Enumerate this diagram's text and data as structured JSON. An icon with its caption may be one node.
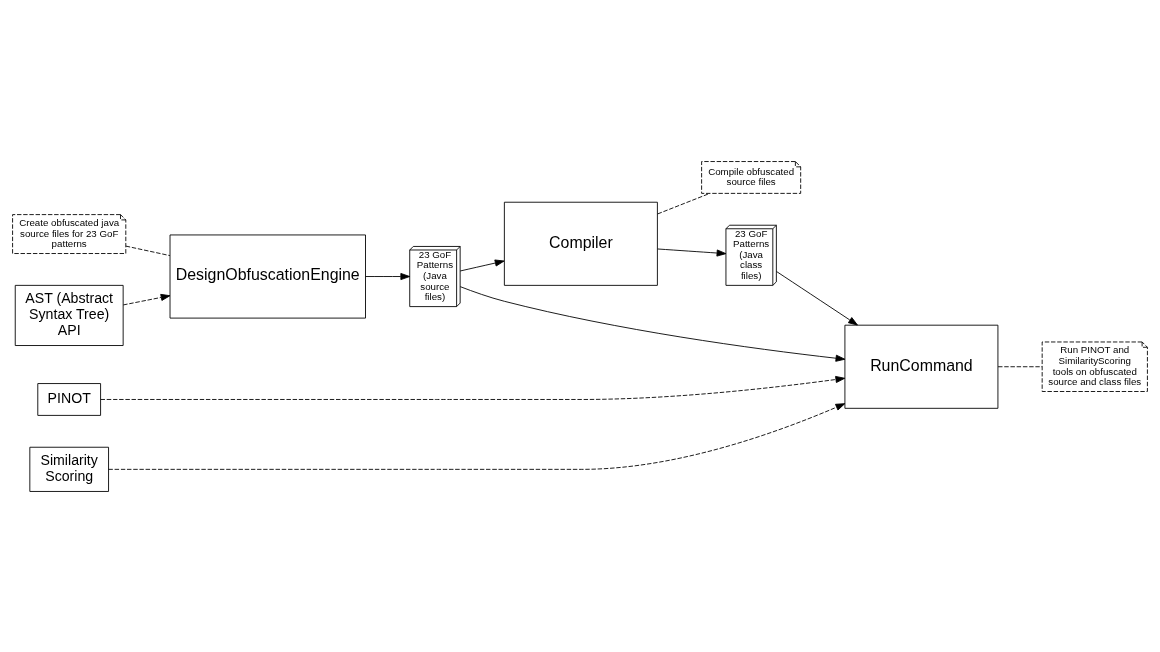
{
  "diagram": {
    "nodes": [
      {
        "text": [
          "Create obfuscated java source files for 23 GoF patterns"
        ]
      },
      {
        "text": [
          "DesignObfuscationEngine"
        ]
      },
      {
        "text": [
          "23 GoF Patterns (Java source files)"
        ]
      },
      {
        "text": [
          "Compiler"
        ]
      },
      {
        "text": [
          "Compile obfuscated source files"
        ]
      },
      {
        "text": [
          "AST (Abstract Syntax Tree) API"
        ]
      },
      {
        "text": [
          "23 GoF Patterns (Java class files)"
        ]
      },
      {
        "text": [
          "PINOT"
        ]
      },
      {
        "text": [
          "RunCommand"
        ]
      },
      {
        "text": [
          "Similarity Scoring"
        ]
      },
      {
        "text": [
          "Run PINOT and SimilarityScoring tools on obfuscated source and class files"
        ]
      }
    ],
    "edges": [
      {
        "from": 0,
        "to": 1,
        "arrow": "none",
        "style": "dashed"
      },
      {
        "from": 5,
        "to": 1,
        "arrow": "to",
        "style": "dashed"
      },
      {
        "from": 1,
        "to": 2,
        "arrow": "to"
      },
      {
        "from": 2,
        "to": 3,
        "arrow": "to"
      },
      {
        "from": 3,
        "to": 4,
        "arrow": "none",
        "style": "dashed"
      },
      {
        "from": 3,
        "to": 6,
        "arrow": "to"
      },
      {
        "from": 2,
        "to": 8,
        "arrow": "to"
      },
      {
        "from": 6,
        "to": 8,
        "arrow": "to"
      },
      {
        "from": 7,
        "to": 8,
        "arrow": "to",
        "style": "dashed"
      },
      {
        "from": 9,
        "to": 8,
        "arrow": "to",
        "style": "dashed"
      },
      {
        "from": 8,
        "to": 10,
        "arrow": "none",
        "style": "dashed"
      }
    ]
  }
}
